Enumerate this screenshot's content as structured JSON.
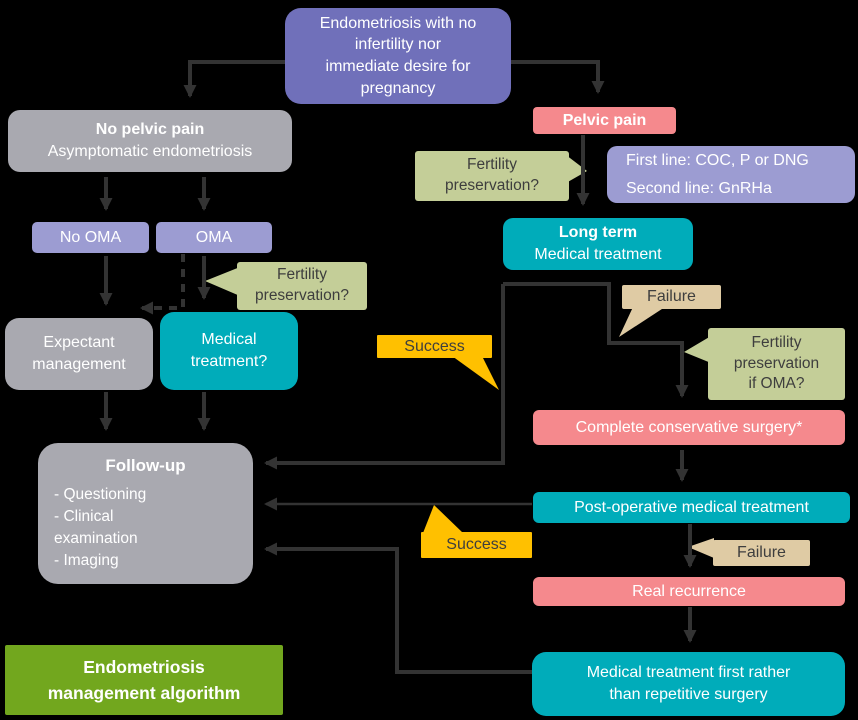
{
  "title_box": {
    "lines": [
      "Endometriosis with no",
      "infertility nor",
      "immediate desire for",
      "pregnancy"
    ]
  },
  "left_branch": {
    "no_pelvic_pain": {
      "title": "No pelvic pain",
      "subtitle": "Asymptomatic endometriosis"
    },
    "no_oma_label": "No OMA",
    "oma_label": "OMA",
    "fertility_callout": {
      "lines": [
        "Fertility",
        "preservation?"
      ]
    },
    "expectant": {
      "lines": [
        "Expectant",
        "management"
      ]
    },
    "medical_treatment_q": {
      "lines": [
        "Medical",
        "treatment?"
      ]
    },
    "followup": {
      "title": "Follow-up",
      "lines": [
        "- Questioning",
        "- Clinical",
        "examination",
        "- Imaging"
      ]
    }
  },
  "right_branch": {
    "pelvic_pain": "Pelvic pain",
    "fertility_callout": {
      "lines": [
        "Fertility",
        "preservation?"
      ]
    },
    "treatment_lines": {
      "first": "First line: COC, P or DNG",
      "second": "Second line: GnRHa"
    },
    "long_term": {
      "title": "Long term",
      "subtitle": "Medical treatment"
    },
    "failure_1": "Failure",
    "fertility_oma_callout": {
      "lines": [
        "Fertility",
        "preservation",
        "if OMA?"
      ]
    },
    "success_1": "Success",
    "complete_surgery": "Complete conservative surgery*",
    "postop": "Post-operative medical treatment",
    "failure_2": "Failure",
    "success_2": "Success",
    "real_recurrence": "Real recurrence",
    "medical_first": {
      "lines": [
        "Medical treatment first rather",
        "than repetitive surgery"
      ]
    }
  },
  "footer": {
    "lines": [
      "Endometriosis",
      "management algorithm"
    ]
  },
  "colors": {
    "background": "#000000",
    "line": "#333333",
    "purple": "#7070BA",
    "light_purple": "#9C9CD2",
    "gray": "#A9A9B0",
    "teal": "#00ACBA",
    "pink": "#F5898D",
    "green_callout": "#C4CE98",
    "tan": "#DFCBA4",
    "yellow": "#FFC000",
    "green": "#72A71E",
    "text_light": "#FFFFFF",
    "text_dark": "#3E3E3E"
  }
}
